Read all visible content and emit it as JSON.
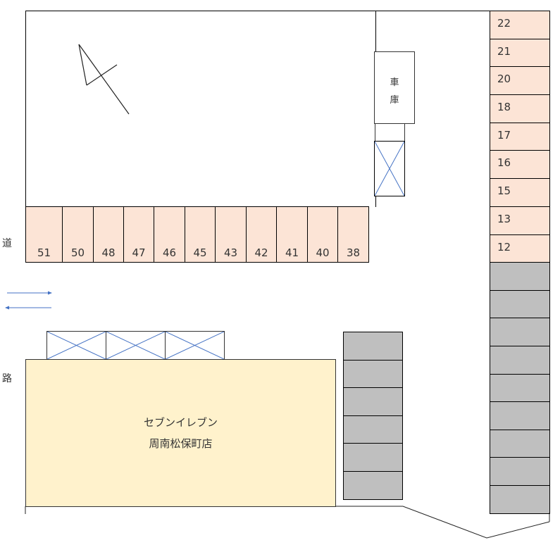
{
  "road_label": {
    "top_char": "道",
    "bottom_char": "路"
  },
  "garage": {
    "label_line1": "車",
    "label_line2": "庫"
  },
  "store": {
    "name_line1": "セブンイレブン",
    "name_line2": "周南松保町店"
  },
  "bottom_row_spots": [
    "51",
    "50",
    "48",
    "47",
    "46",
    "45",
    "43",
    "42",
    "41",
    "40",
    "38"
  ],
  "right_column_spots": [
    "22",
    "21",
    "20",
    "18",
    "17",
    "16",
    "15",
    "13",
    "12"
  ],
  "right_column_gray_count": 9,
  "middle_gray_count": 6,
  "colors": {
    "available_spot": "#fce4d6",
    "unavailable_spot": "#bfbfbf",
    "store": "#fff2cc",
    "arrow": "#4472c4"
  }
}
